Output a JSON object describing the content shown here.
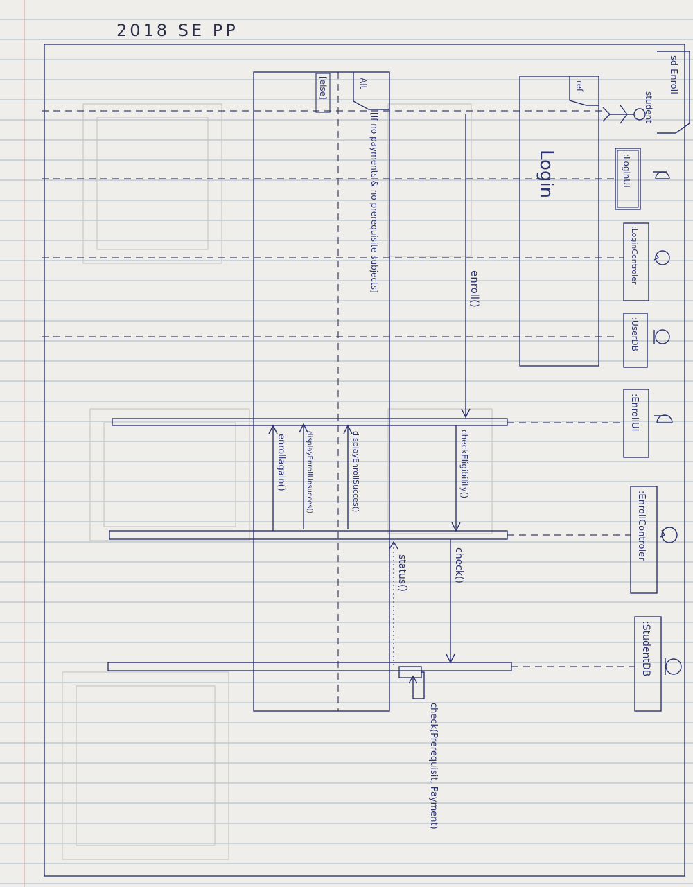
{
  "page": {
    "title": "2018  SE  PP"
  },
  "frame": {
    "label": "sd Enroll"
  },
  "actor": {
    "name": "student"
  },
  "lifelines": [
    {
      "label": ":LoginUI",
      "kind": "boundary"
    },
    {
      "label": ":LoginControler",
      "kind": "control"
    },
    {
      "label": ":UserDB",
      "kind": "entity"
    },
    {
      "label": ":EnrollUI",
      "kind": "boundary"
    },
    {
      "label": ":EnrollControler",
      "kind": "control"
    },
    {
      "label": ":StudentDB",
      "kind": "entity"
    }
  ],
  "ref_fragment": {
    "operator": "ref",
    "name": "Login"
  },
  "alt_fragment": {
    "operator": "Alt",
    "guard": "[If no payments & no prerequisite subjects]",
    "else_guard": "[else]"
  },
  "messages": [
    {
      "label": "enroll()",
      "type": "sync"
    },
    {
      "label": "checkEligibility()",
      "type": "sync"
    },
    {
      "label": "check()",
      "type": "sync"
    },
    {
      "label": "check(Prerequisit, Payment)",
      "type": "self"
    },
    {
      "label": "status()",
      "type": "return"
    },
    {
      "label": "displayEnrollSucces()",
      "type": "sync"
    },
    {
      "label": "displayEnrollUnsucces()",
      "type": "sync"
    },
    {
      "label": "enrollagain()",
      "type": "sync"
    }
  ]
}
